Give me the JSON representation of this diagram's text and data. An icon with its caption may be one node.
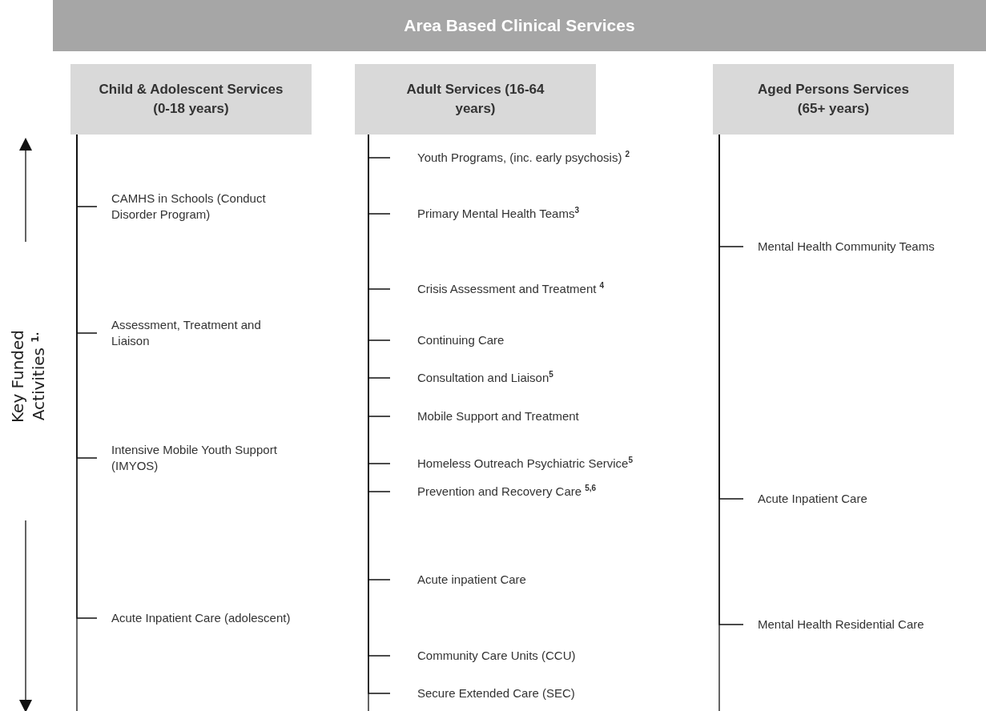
{
  "diagram": {
    "nodes": [
      {
        "text": [
          "Area Based Clinical Services"
        ]
      },
      {
        "text": [
          "Child & Adolescent Services (0-18 years)"
        ]
      },
      {
        "text": [
          "Adult Services (16-64 years)"
        ]
      },
      {
        "text": [
          "Aged Persons Services (65+ years)"
        ]
      },
      {
        "text": [
          "CAMHS in Schools (Conduct Disorder Program)"
        ]
      },
      {
        "text": [
          "Assessment, Treatment and Liaison"
        ]
      },
      {
        "text": [
          "Intensive Mobile Youth Support (IMYOS)"
        ]
      },
      {
        "text": [
          "Acute Inpatient Care (adolescent)"
        ]
      },
      {
        "text": [
          "Youth Programs, (inc. early psychosis) $^{2}$"
        ]
      },
      {
        "text": [
          "Primary Mental Health Teams$^{3}$"
        ]
      },
      {
        "text": [
          "Crisis Assessment and Treatment $^{4}$"
        ]
      },
      {
        "text": [
          "Continuing Care"
        ]
      },
      {
        "text": [
          "Consultation and Liaison$^{5}$"
        ]
      },
      {
        "text": [
          "Mobile Support and Treatment"
        ]
      },
      {
        "text": [
          "Homeless Outreach Psychiatric Service$^{5}$"
        ]
      },
      {
        "text": [
          "Prevention and Recovery Care $^{5,6}$"
        ]
      },
      {
        "text": [
          "Acute inpatient Care"
        ]
      },
      {
        "text": [
          "Community Care Units (CCU)"
        ]
      },
      {
        "text": [
          "Secure Extended Care (SEC)"
        ]
      },
      {
        "text": [
          "Mental Health Community Teams"
        ]
      },
      {
        "text": [
          "Acute Inpatient Care"
        ]
      },
      {
        "text": [
          "Mental Health Residential Care"
        ]
      }
    ],
    "edges": [
      {
        "from": 1,
        "to": 4,
        "arrow": "none"
      },
      {
        "from": 1,
        "to": 5,
        "arrow": "none"
      },
      {
        "from": 1,
        "to": 6,
        "arrow": "none"
      },
      {
        "from": 1,
        "to": 7,
        "arrow": "none"
      },
      {
        "from": 2,
        "to": 8,
        "arrow": "none"
      },
      {
        "from": 2,
        "to": 9,
        "arrow": "none"
      },
      {
        "from": 2,
        "to": 10,
        "arrow": "none"
      },
      {
        "from": 2,
        "to": 11,
        "arrow": "none"
      },
      {
        "from": 2,
        "to": 12,
        "arrow": "none"
      },
      {
        "from": 2,
        "to": 13,
        "arrow": "none"
      },
      {
        "from": 2,
        "to": 14,
        "arrow": "none"
      },
      {
        "from": 2,
        "to": 15,
        "arrow": "none"
      },
      {
        "from": 2,
        "to": 16,
        "arrow": "none"
      },
      {
        "from": 2,
        "to": 17,
        "arrow": "none"
      },
      {
        "from": 2,
        "to": 18,
        "arrow": "none"
      },
      {
        "from": 3,
        "to": 19,
        "arrow": "none"
      },
      {
        "from": 3,
        "to": 20,
        "arrow": "none"
      },
      {
        "from": 3,
        "to": 21,
        "arrow": "none"
      }
    ],
    "labels": [
      "Key Funded Activities $^{1.}$"
    ]
  }
}
